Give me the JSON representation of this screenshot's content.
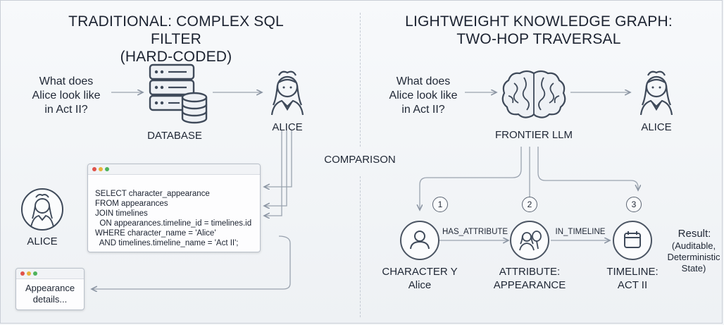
{
  "left": {
    "title": "TRADITIONAL: COMPLEX SQL FILTER\n(HARD-CODED)",
    "question": "What does\nAlice look like\nin Act II?",
    "database_label": "DATABASE",
    "alice_top_label": "ALICE",
    "alice_left_label": "ALICE",
    "sql_lines": [
      "SELECT character_appearance",
      "FROM appearances",
      "JOIN timelines",
      "  ON appearances.timeline_id = timelines.id",
      "WHERE character_name = 'Alice'",
      "  AND timelines.timeline_name = 'Act II';"
    ],
    "result_text": "Appearance\ndetails..."
  },
  "center": {
    "comparison_label": "COMPARISON"
  },
  "right": {
    "title": "LIGHTWEIGHT KNOWLEDGE GRAPH:\nTWO-HOP TRAVERSAL",
    "question": "What does\nAlice look like\nin Act II?",
    "llm_label": "FRONTIER LLM",
    "alice_label": "ALICE",
    "steps": [
      "1",
      "2",
      "3"
    ],
    "node1_label": "CHARACTER Y\nAlice",
    "node2_label": "ATTRIBUTE:\nAPPEARANCE",
    "node3_label": "TIMELINE:\nACT II",
    "edge1": "HAS_ATTRIBUTE",
    "edge2": "IN_TIMELINE",
    "result_title": "Result:",
    "result_detail": "(Auditable,\nDeterministic\nState)"
  },
  "colors": {
    "window_dots": [
      "#e0524a",
      "#e8b33a",
      "#4fb35c"
    ],
    "line": "#9aa3af",
    "icon": "#3f4a5a"
  }
}
